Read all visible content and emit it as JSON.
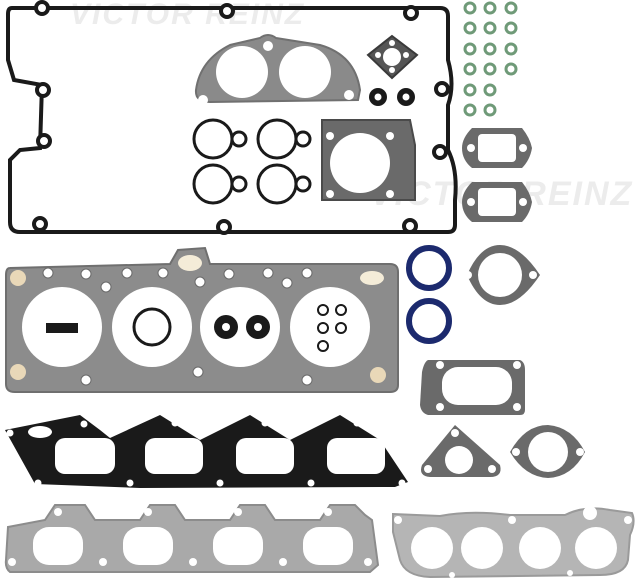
{
  "image": {
    "subject": "Engine cylinder head gasket set",
    "background_color": "#ffffff",
    "watermark": "VICTOR REINZ"
  },
  "parts": [
    {
      "name": "valve-cover-gasket",
      "color": "#1a1a1a"
    },
    {
      "name": "exhaust-pipe-flange-gasket",
      "color": "#8a8a8a"
    },
    {
      "name": "square-flange-gasket",
      "color": "#555555"
    },
    {
      "name": "small-black-seals",
      "count": 2,
      "color": "#1a1a1a"
    },
    {
      "name": "spark-plug-tube-seals",
      "count": 4,
      "color": "#1a1a1a"
    },
    {
      "name": "throttle-body-gasket",
      "color": "#6a6a6a"
    },
    {
      "name": "valve-stem-seals",
      "count": 16,
      "color": "#6f9a78"
    },
    {
      "name": "rectangular-flange-gaskets",
      "count": 2,
      "color": "#6a6a6a"
    },
    {
      "name": "camshaft-oil-seals",
      "count": 2,
      "color": "#1c2a6e"
    },
    {
      "name": "round-flange-gasket",
      "color": "#6a6a6a"
    },
    {
      "name": "cylinder-head-gasket",
      "color": "#8c8c8c"
    },
    {
      "name": "oval-flange-gasket",
      "color": "#6a6a6a"
    },
    {
      "name": "triangular-flange-gasket",
      "color": "#6a6a6a"
    },
    {
      "name": "thermostat-gasket",
      "color": "#6a6a6a"
    },
    {
      "name": "intake-manifold-gasket",
      "color": "#1a1a1a"
    },
    {
      "name": "exhaust-manifold-gasket",
      "color": "#a9a9a9"
    },
    {
      "name": "exhaust-manifold-gasket-small",
      "color": "#b5b5b5"
    }
  ]
}
